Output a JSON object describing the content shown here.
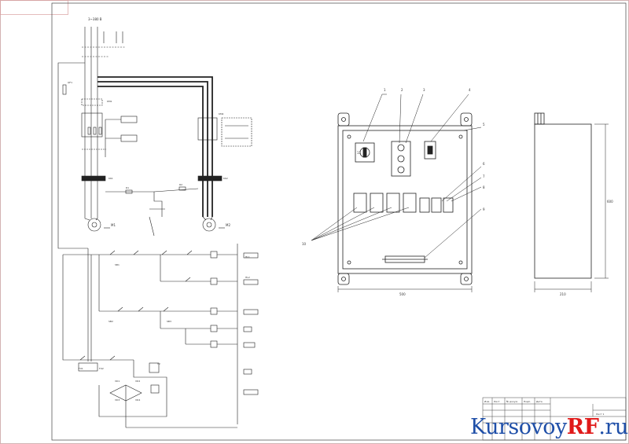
{
  "drawing": {
    "supply_label": "3~380 В",
    "motor_labels": [
      "M1",
      "M2"
    ],
    "small_labels": [
      "QF1",
      "KM1",
      "KM2",
      "KK1",
      "KK2",
      "SB1",
      "SB2",
      "SB3",
      "FU1",
      "FU2",
      "VD1",
      "VD2",
      "VD3",
      "VD4",
      "TV",
      "R1",
      "R2",
      "HL1",
      "HL2"
    ],
    "panel": {
      "width_dim": "500",
      "height_dim": "600",
      "depth_dim": "210",
      "callout_numbers": [
        "1",
        "2",
        "3",
        "4",
        "5",
        "6",
        "7",
        "8",
        "9",
        "10",
        "11"
      ]
    }
  },
  "title_block": {
    "rows": [
      "Изм.",
      "Лист",
      "№ докум.",
      "Подп.",
      "Дата"
    ],
    "sheet_label": "Лист 1"
  },
  "watermark": {
    "part1": "Kursovoy",
    "part2": "RF",
    "part3": ".ru"
  }
}
